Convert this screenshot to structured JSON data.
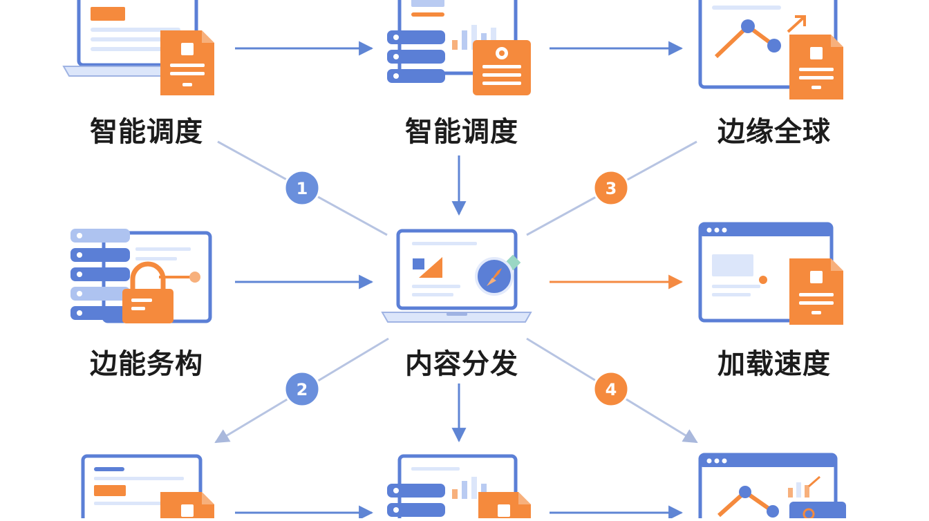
{
  "colors": {
    "blue": "#5b7fd6",
    "light_blue": "#dce6fa",
    "orange": "#f58a3d",
    "arrow_blue": "#5f85d4",
    "arrow_orange": "#f48a42",
    "line_gray": "#b7c4e2"
  },
  "nodes": [
    {
      "label": "智能调度",
      "icon": "laptop-document-icon"
    },
    {
      "label": "智能调度",
      "icon": "server-chart-icon"
    },
    {
      "label": "边缘全球",
      "icon": "analytics-document-icon"
    },
    {
      "label": "边能务构",
      "icon": "server-lock-icon"
    },
    {
      "label": "内容分发",
      "icon": "laptop-compass-icon"
    },
    {
      "label": "加载速度",
      "icon": "browser-document-icon"
    }
  ],
  "badges": [
    {
      "number": "1",
      "color": "blue"
    },
    {
      "number": "2",
      "color": "blue"
    },
    {
      "number": "3",
      "color": "orange"
    },
    {
      "number": "4",
      "color": "orange"
    }
  ],
  "bottom_icons": [
    "laptop-document-icon",
    "server-chart-icon",
    "browser-analytics-icon"
  ]
}
